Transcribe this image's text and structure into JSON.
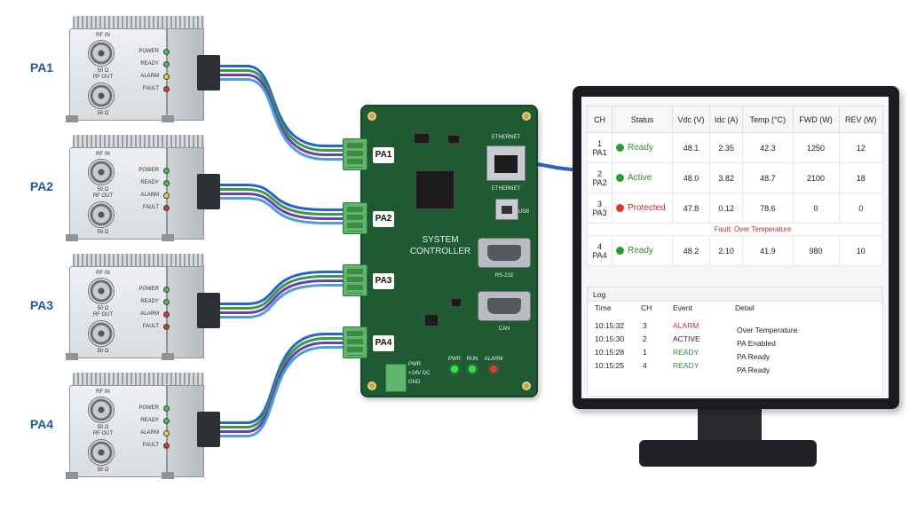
{
  "amplifiers": [
    {
      "name": "PA1",
      "rf_in": "RF IN",
      "ohm_in": "50 Ω",
      "rf_out": "RF OUT",
      "ohm_out": "50 Ω",
      "leds": [
        "POWER",
        "READY",
        "ALARM",
        "FAULT"
      ],
      "led_colors": [
        "#3cc44a",
        "#3cc44a",
        "#e8d22a",
        "#d8362b"
      ]
    },
    {
      "name": "PA2",
      "rf_in": "RF IN",
      "ohm_in": "50 Ω",
      "rf_out": "RF OUT",
      "ohm_out": "50 Ω",
      "leds": [
        "POWER",
        "READY",
        "ALARM",
        "FAULT"
      ],
      "led_colors": [
        "#3cc44a",
        "#3cc44a",
        "#e8d22a",
        "#d8362b"
      ]
    },
    {
      "name": "PA3",
      "rf_in": "RF IN",
      "ohm_in": "50 Ω",
      "rf_out": "RF OUT",
      "ohm_out": "50 Ω",
      "leds": [
        "POWER",
        "READY",
        "ALARM",
        "FAULT"
      ],
      "led_colors": [
        "#3cc44a",
        "#3cc44a",
        "#d8362b",
        "#d8362b"
      ]
    },
    {
      "name": "PA4",
      "rf_in": "RF IN",
      "ohm_in": "50 Ω",
      "rf_out": "RF OUT",
      "ohm_out": "50 Ω",
      "leds": [
        "POWER",
        "READY",
        "ALARM",
        "FAULT"
      ],
      "led_colors": [
        "#3cc44a",
        "#3cc44a",
        "#e8d22a",
        "#d8362b"
      ]
    }
  ],
  "cable_colors": [
    "#2b62c9",
    "#3a9a4a",
    "#6b3fb0",
    "#4aa0d8"
  ],
  "controller": {
    "title_line1": "SYSTEM",
    "title_line2": "CONTROLLER",
    "ports": [
      "PA1",
      "PA2",
      "PA3",
      "PA4"
    ],
    "ethernet": "ETHERNET",
    "ethernet2": "ETHERNET",
    "usb": "USB",
    "rs232": "RS-232",
    "can": "CAN",
    "power_labels": [
      "PWR",
      "+24V DC",
      "GND"
    ],
    "status_leds": [
      {
        "label": "PWR",
        "color": "#3cdc4a"
      },
      {
        "label": "RUN",
        "color": "#3cdc4a"
      },
      {
        "label": "ALARM",
        "color": "#e03a30"
      }
    ]
  },
  "monitor": {
    "table": {
      "headers": [
        "CH",
        "Status",
        "Vdc (V)",
        "Idc (A)",
        "Temp (°C)",
        "FWD (W)",
        "REV (W)"
      ],
      "rows": [
        {
          "num": "1",
          "ch": "PA1",
          "status": "Ready",
          "status_color": "#2e8b3a",
          "dot": "#2e9b3a",
          "vdc": "48.1",
          "idc": "2.35",
          "temp": "42.3",
          "fwd": "1250",
          "rev": "12"
        },
        {
          "num": "2",
          "ch": "PA2",
          "status": "Active",
          "status_color": "#2e8b3a",
          "dot": "#2e9b3a",
          "vdc": "48.0",
          "idc": "3.82",
          "temp": "48.7",
          "fwd": "2100",
          "rev": "18"
        },
        {
          "num": "3",
          "ch": "PA3",
          "status": "Protected",
          "status_color": "#c0302a",
          "dot": "#d8362b",
          "vdc": "47.8",
          "idc": "0.12",
          "temp": "78.6",
          "fwd": "0",
          "rev": "0",
          "note": "Fault: Over Temperature"
        },
        {
          "num": "4",
          "ch": "PA4",
          "status": "Ready",
          "status_color": "#2e8b3a",
          "dot": "#2e9b3a",
          "vdc": "48.2",
          "idc": "2.10",
          "temp": "41.9",
          "fwd": "980",
          "rev": "10"
        }
      ]
    },
    "log": {
      "title": "Log",
      "headers": [
        "Time",
        "CH",
        "Event",
        "Detail"
      ],
      "rows": [
        {
          "time": "10:15:32",
          "ch": "3",
          "event": "ALARM",
          "event_color": "#c0302a",
          "detail": "Over Temperature"
        },
        {
          "time": "10:15:30",
          "ch": "2",
          "event": "ACTIVE",
          "event_color": "#222222",
          "detail": "PA Enabled"
        },
        {
          "time": "10:15:28",
          "ch": "1",
          "event": "READY",
          "event_color": "#2e8b3a",
          "detail": "PA Ready"
        },
        {
          "time": "10:15:25",
          "ch": "4",
          "event": "READY",
          "event_color": "#2e8b3a",
          "detail": "PA Ready"
        }
      ]
    }
  }
}
